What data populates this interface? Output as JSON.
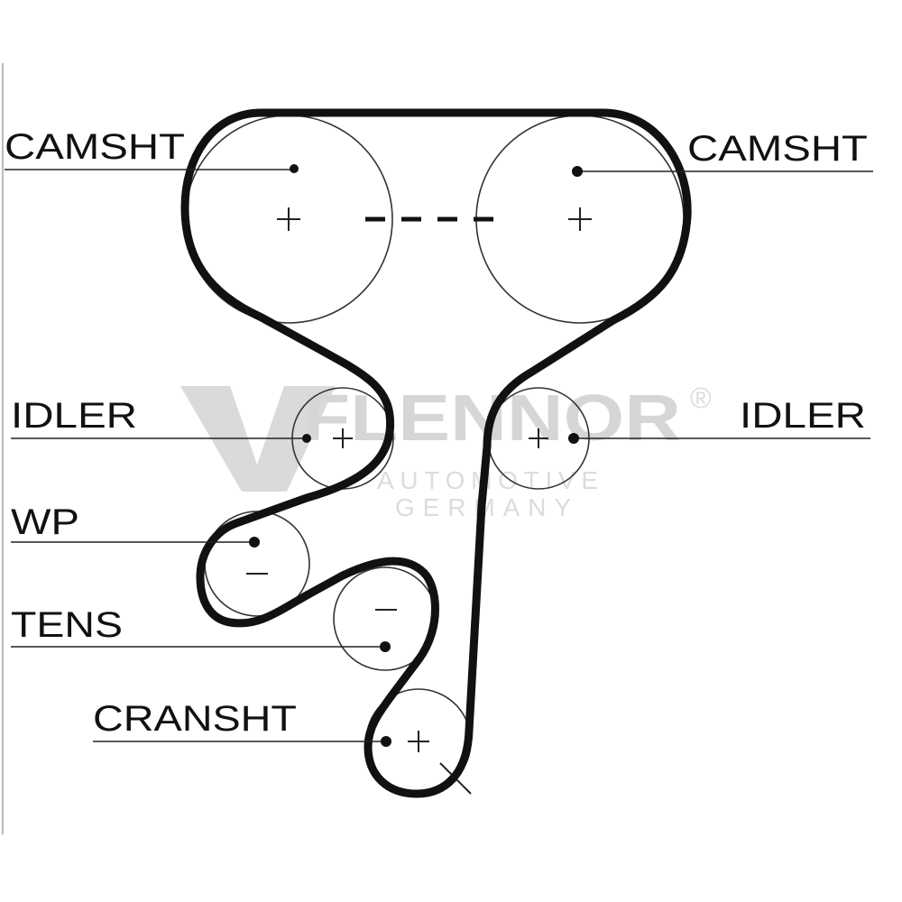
{
  "labels": {
    "camsht_left": "CAMSHT",
    "camsht_right": "CAMSHT",
    "idler_left": "IDLER",
    "idler_right": "IDLER",
    "wp": "WP",
    "tens": "TENS",
    "cransht": "CRANSHT"
  },
  "watermark": {
    "brand": "FLENNOR",
    "registered": "®",
    "line1": "AUTOMOTIVE",
    "line2": "GERMANY"
  },
  "colors": {
    "belt": "#111111",
    "pulley": "#333333",
    "watermark": "#d6d6d6"
  }
}
